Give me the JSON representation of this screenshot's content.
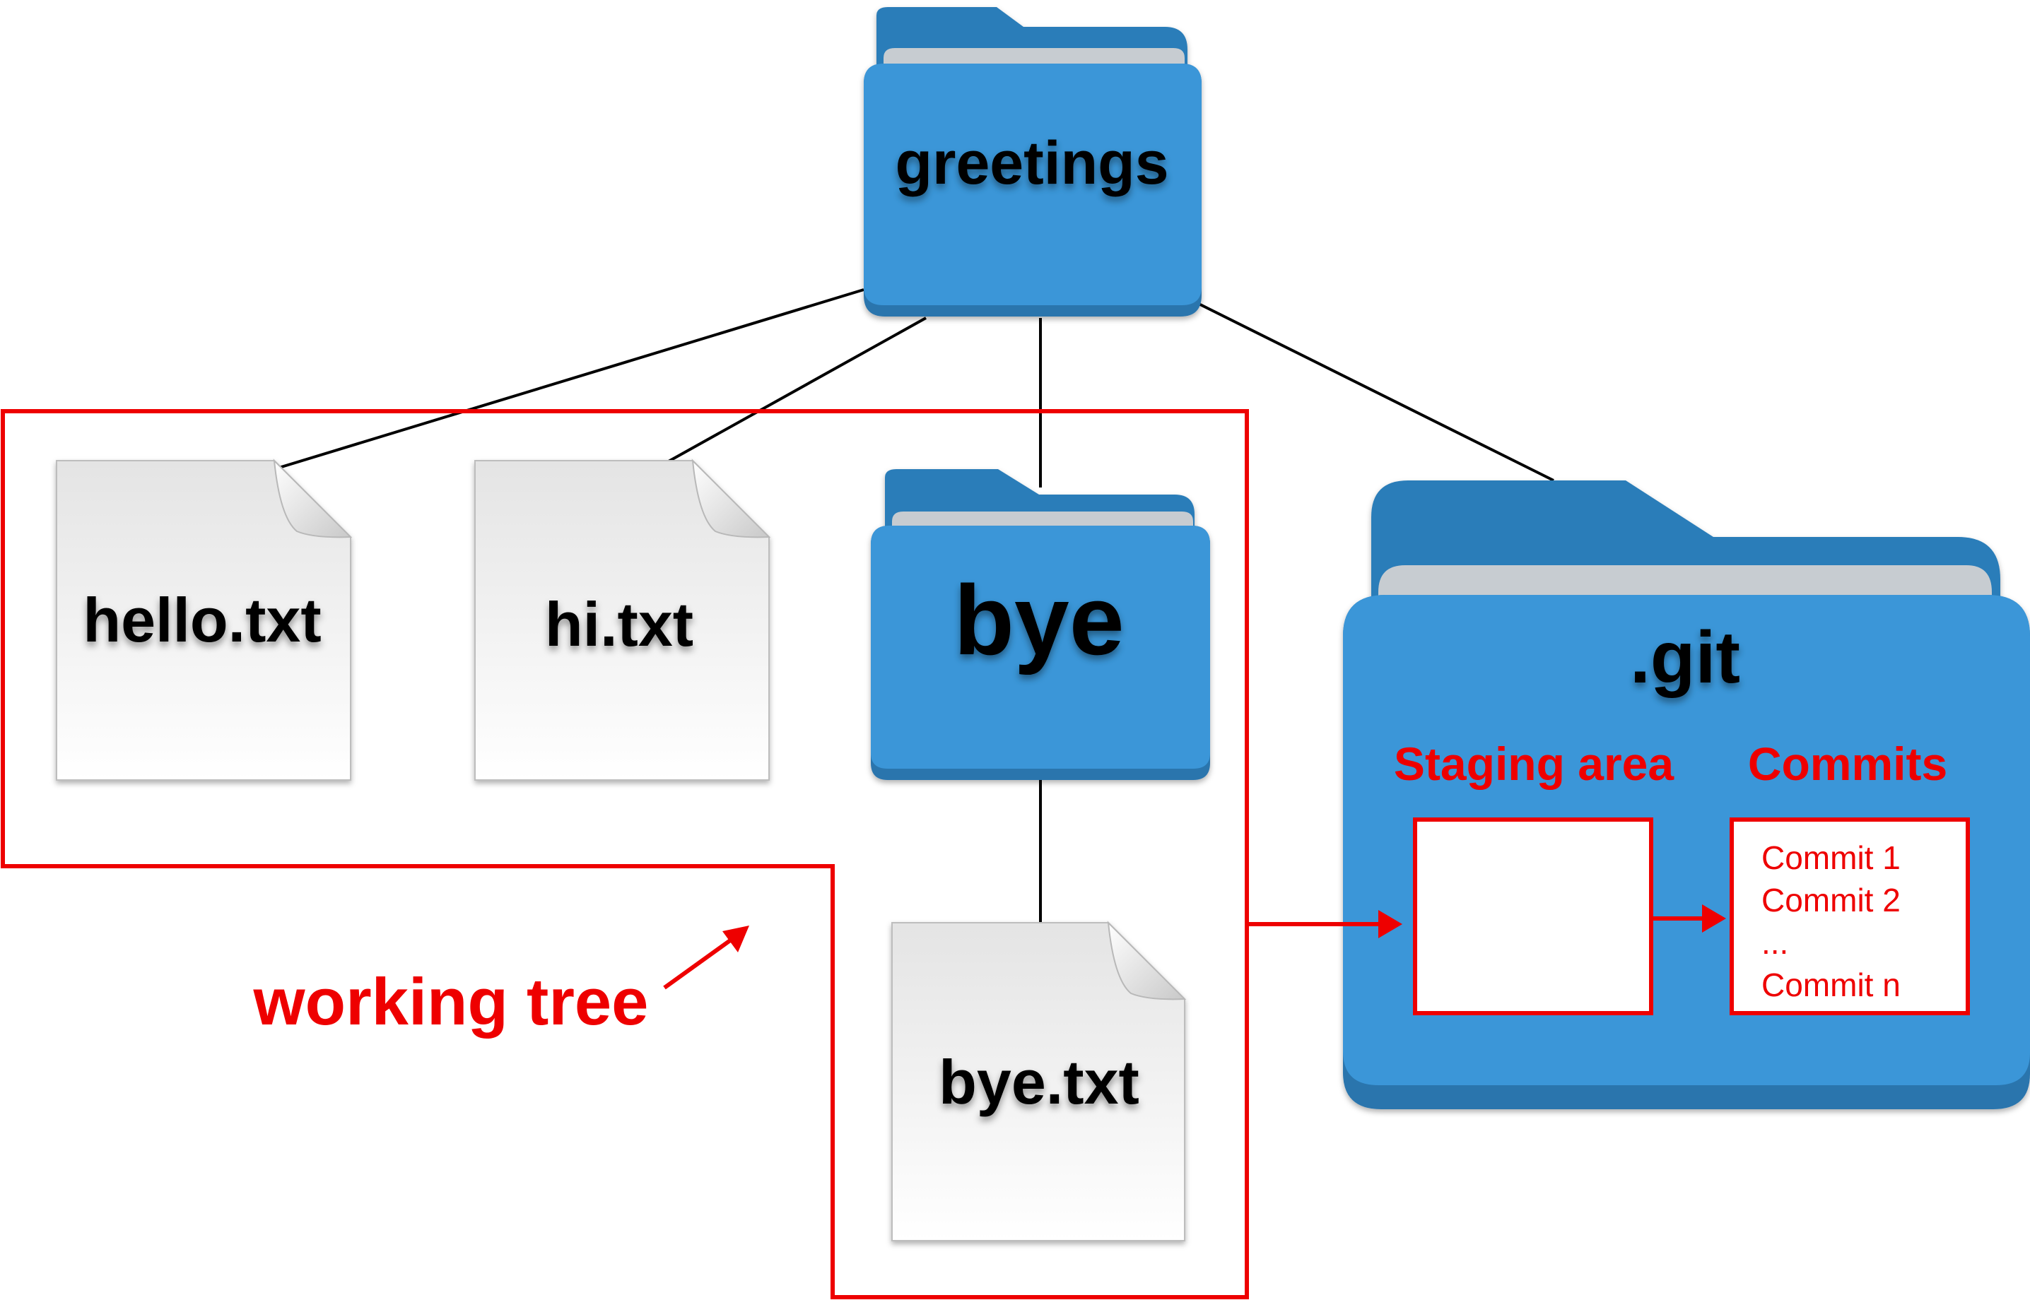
{
  "colors": {
    "folder_front": "#3a96d8",
    "folder_back": "#2a7db9",
    "folder_paper": "#c7ccd1",
    "folder_bottom_edge": "#2a74ad",
    "file_paper": "#f3f3f3",
    "highlight": "#ee0000",
    "connector": "#000000"
  },
  "folders": {
    "greetings": {
      "label": "greetings",
      "icon": "folder-icon"
    },
    "bye": {
      "label": "bye",
      "icon": "folder-icon"
    },
    "git": {
      "label": ".git",
      "icon": "folder-icon"
    }
  },
  "files": {
    "hello": {
      "label": "hello.txt",
      "icon": "file-icon"
    },
    "hi": {
      "label": "hi.txt",
      "icon": "file-icon"
    },
    "bye_txt": {
      "label": "bye.txt",
      "icon": "file-icon"
    }
  },
  "working_tree": {
    "label": "working tree"
  },
  "git_internals": {
    "staging_area": {
      "title": "Staging area"
    },
    "commits": {
      "title": "Commits",
      "items": [
        "Commit 1",
        "Commit 2",
        "...",
        "Commit n"
      ]
    }
  }
}
